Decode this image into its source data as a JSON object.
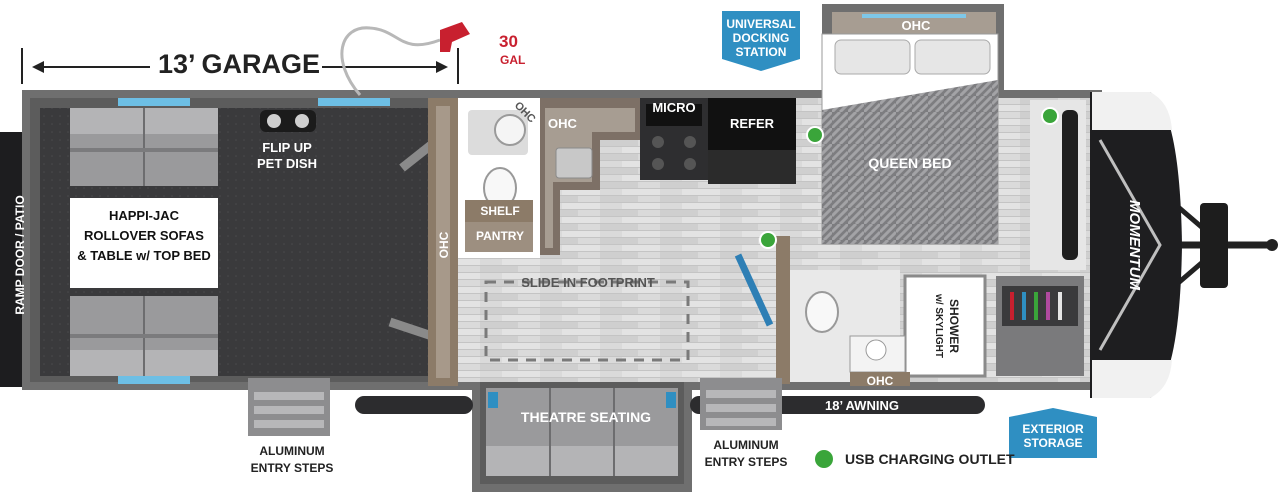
{
  "garage": {
    "label": "13’ GARAGE"
  },
  "fuel": {
    "amount": "30",
    "unit": "GAL"
  },
  "features": {
    "universal_docking": [
      "UNIVERSAL",
      "DOCKING",
      "STATION"
    ],
    "exterior_storage": [
      "EXTERIOR",
      "STORAGE"
    ]
  },
  "rooms": {
    "ramp_door": "RAMP DOOR / PATIO",
    "sofas": [
      "HAPPI-JAC",
      "ROLLOVER SOFAS",
      "& TABLE w/ TOP BED"
    ],
    "pet_dish": [
      "FLIP UP",
      "PET DISH"
    ],
    "ohc_garage": "OHC",
    "ohc_bath": "OHC",
    "ohc_kitchen": "OHC",
    "ohc_bedroom": "OHC",
    "ohc_lav": "OHC",
    "shelf": "SHELF",
    "pantry": "PANTRY",
    "micro": "MICRO",
    "refer": "REFER",
    "queen_bed": "QUEEN BED",
    "slide_footprint": "SLIDE IN FOOTPRINT",
    "shower": [
      "SHOWER",
      "w/ SKYLIGHT"
    ],
    "theatre_seating": "THEATRE SEATING",
    "awning": "18’ AWNING",
    "steps_rear": [
      "ALUMINUM",
      "ENTRY STEPS"
    ],
    "steps_front": [
      "ALUMINUM",
      "ENTRY STEPS"
    ]
  },
  "legend": {
    "usb_label": "USB CHARGING OUTLET"
  },
  "brand": {
    "logo_text": "MOMENTUM"
  },
  "colors": {
    "shell": "#6f6f6f",
    "garage_floor": "#3a3a3c",
    "living_floor": "#d9d9d9",
    "cabinet": "#8c7b68",
    "accent_blue": "#2f8fc2",
    "usb_green": "#3aa53a",
    "fuel_red": "#c8202f"
  }
}
